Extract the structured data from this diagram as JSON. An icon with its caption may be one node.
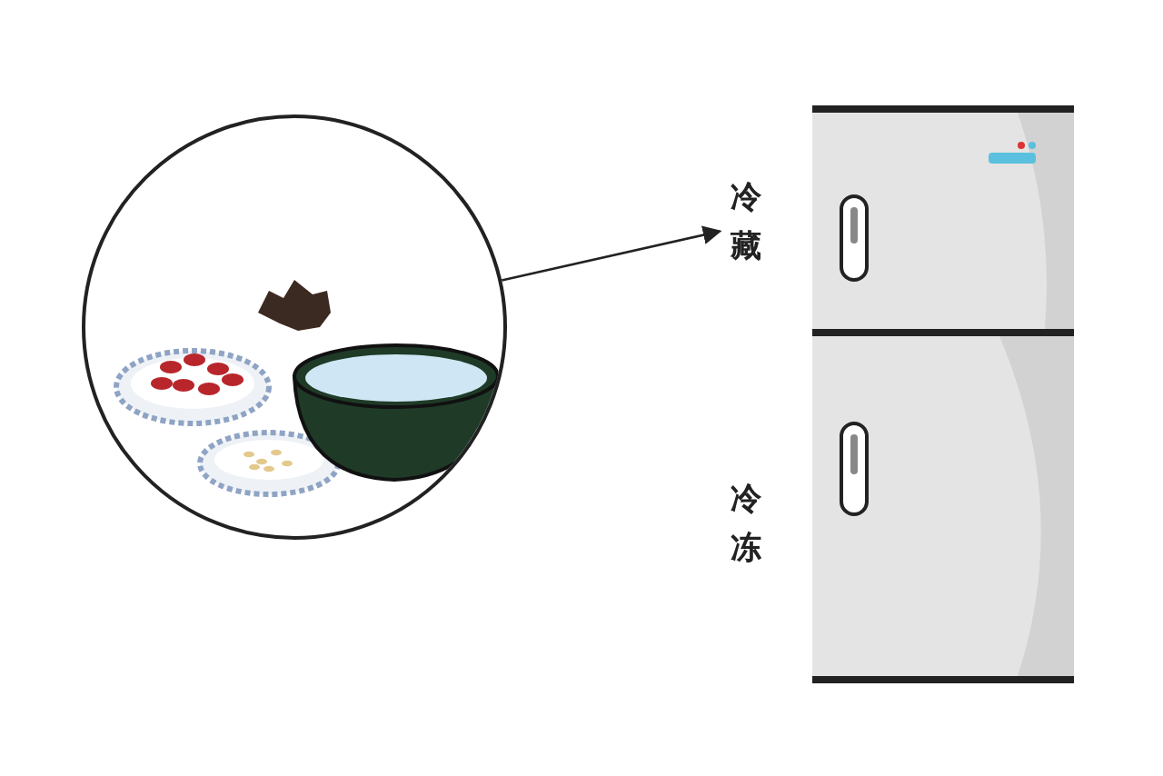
{
  "diagram": {
    "nodes": [
      {
        "text": [],
        "shape": "picture"
      },
      {
        "text": [
          "冷藏"
        ]
      }
    ],
    "edges": [
      {
        "from": 0,
        "to": 1,
        "arrow": "to"
      }
    ],
    "labels": [
      "冷冻"
    ]
  }
}
